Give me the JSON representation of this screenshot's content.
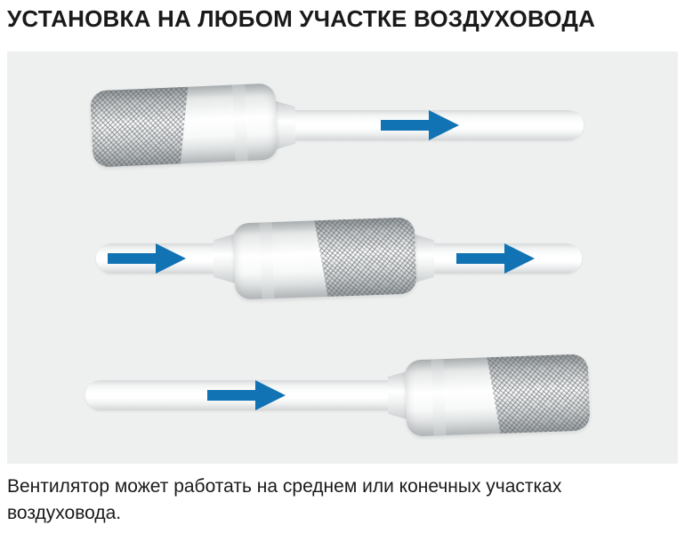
{
  "header": {
    "title": "УСТАНОВКА НА ЛЮБОМ УЧАСТКЕ ВОЗДУХОВОДА"
  },
  "caption": {
    "text": "Вентилятор может работать на среднем или конечных участках воздуховода."
  },
  "colors": {
    "arrow": "#1273b4",
    "panel_bg": "#eef0f0",
    "text": "#1a1a1a"
  },
  "diagram": {
    "rows": [
      {
        "fan_position": "start-of-duct",
        "airflow_arrows": 1
      },
      {
        "fan_position": "middle-of-duct",
        "airflow_arrows": 2
      },
      {
        "fan_position": "end-of-duct",
        "airflow_arrows": 1
      }
    ]
  }
}
